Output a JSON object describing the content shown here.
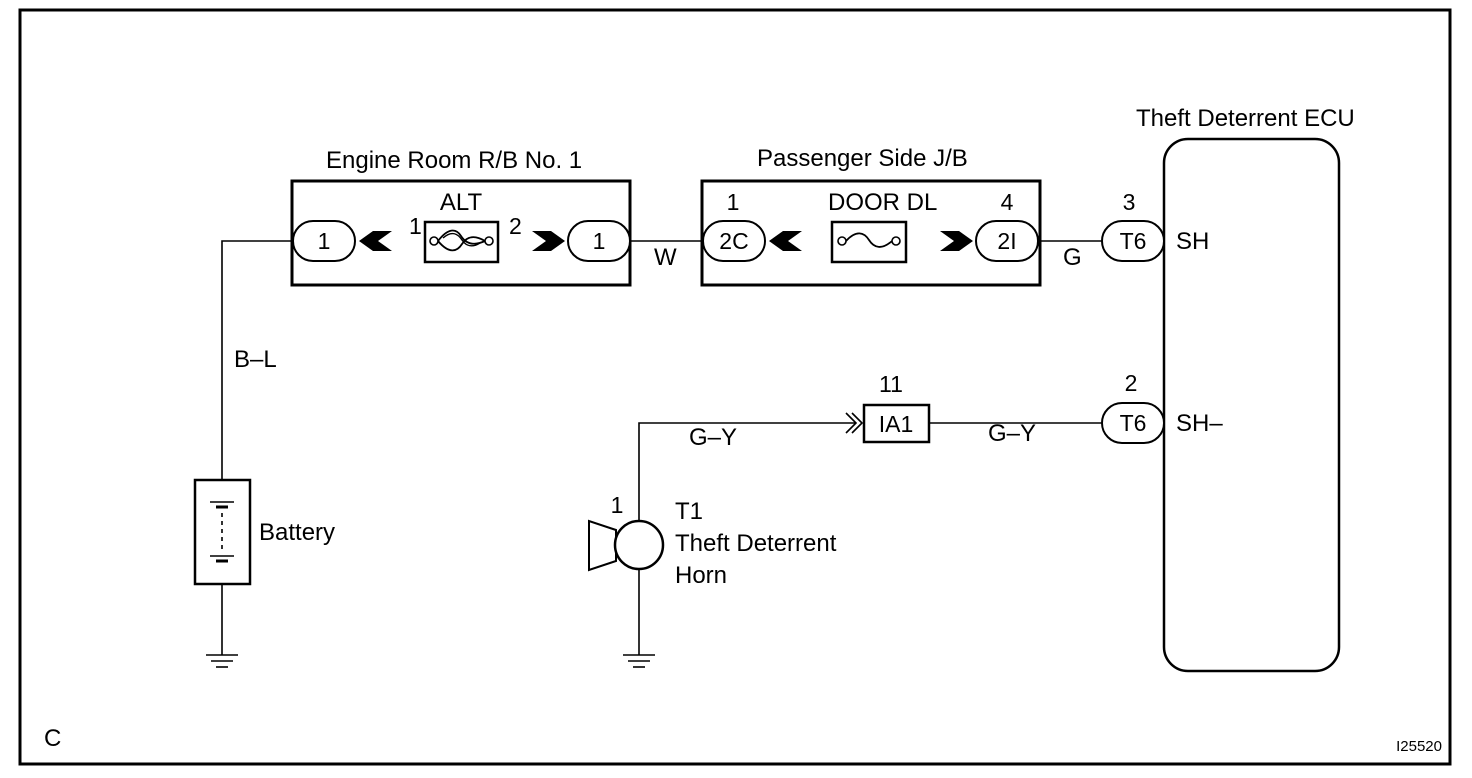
{
  "components": {
    "engine_room_rb": "Engine Room R/B No. 1",
    "passenger_jb": "Passenger Side J/B",
    "ecu": "Theft Deterrent ECU",
    "battery": "Battery",
    "horn_code": "T1",
    "horn_line1": "Theft Deterrent",
    "horn_line2": "Horn"
  },
  "fuses": {
    "alt": "ALT",
    "door_dl": "DOOR DL"
  },
  "connectors": {
    "rb_in": "1",
    "rb_out": "1",
    "jb_in": "2C",
    "jb_out": "2I",
    "ecu_sh": "T6",
    "ecu_shm": "T6",
    "ia1": "IA1"
  },
  "pins": {
    "alt_in": "1",
    "alt_out": "2",
    "jb_in": "1",
    "jb_out": "4",
    "ecu_sh": "3",
    "ecu_shm": "2",
    "ia1": "11",
    "horn": "1"
  },
  "terminals": {
    "sh": "SH",
    "shm": "SH–"
  },
  "wires": {
    "battery": "B–L",
    "rb_to_jb": "W",
    "jb_to_ecu": "G",
    "horn_to_ia1": "G–Y",
    "ia1_to_ecu": "G–Y"
  },
  "corner_letter": "C",
  "figure_code": "I25520"
}
